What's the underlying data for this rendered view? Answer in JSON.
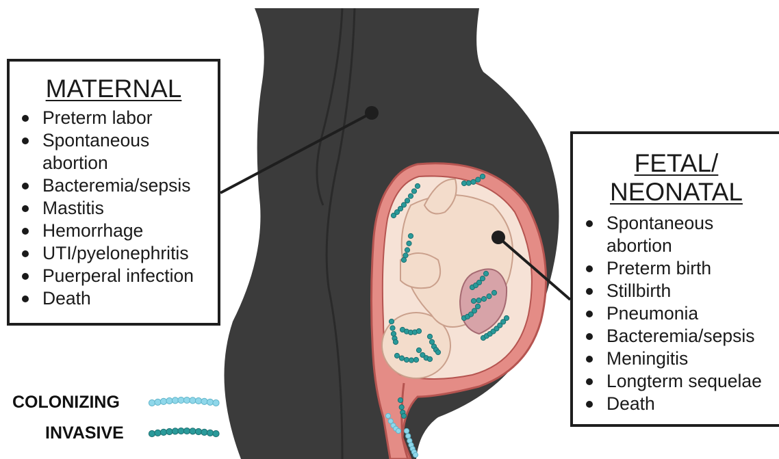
{
  "maternal": {
    "title": "MATERNAL",
    "items": [
      "Preterm labor",
      "Spontaneous",
      "abortion",
      "Bacteremia/sepsis",
      "Mastitis",
      "Hemorrhage",
      "UTI/pyelonephritis",
      "Puerperal infection",
      "Death"
    ]
  },
  "fetal": {
    "title_line1": "FETAL/",
    "title_line2": "NEONATAL",
    "items": [
      "Spontaneous",
      "abortion",
      "Preterm birth",
      "Stillbirth",
      "Pneumonia",
      "Bacteremia/sepsis",
      "Meningitis",
      "Longterm sequelae",
      "Death"
    ]
  },
  "legend": {
    "colonizing": "COLONIZING",
    "invasive": "INVASIVE"
  },
  "colors": {
    "body": "#3b3b3b",
    "body_line": "#2a2a2a",
    "uterus": "#e48c86",
    "uterus_dark": "#b55450",
    "fetus": "#f3dccb",
    "colonizing_bacteria": "#8fd7ea",
    "invasive_bacteria": "#2a9a9a"
  }
}
